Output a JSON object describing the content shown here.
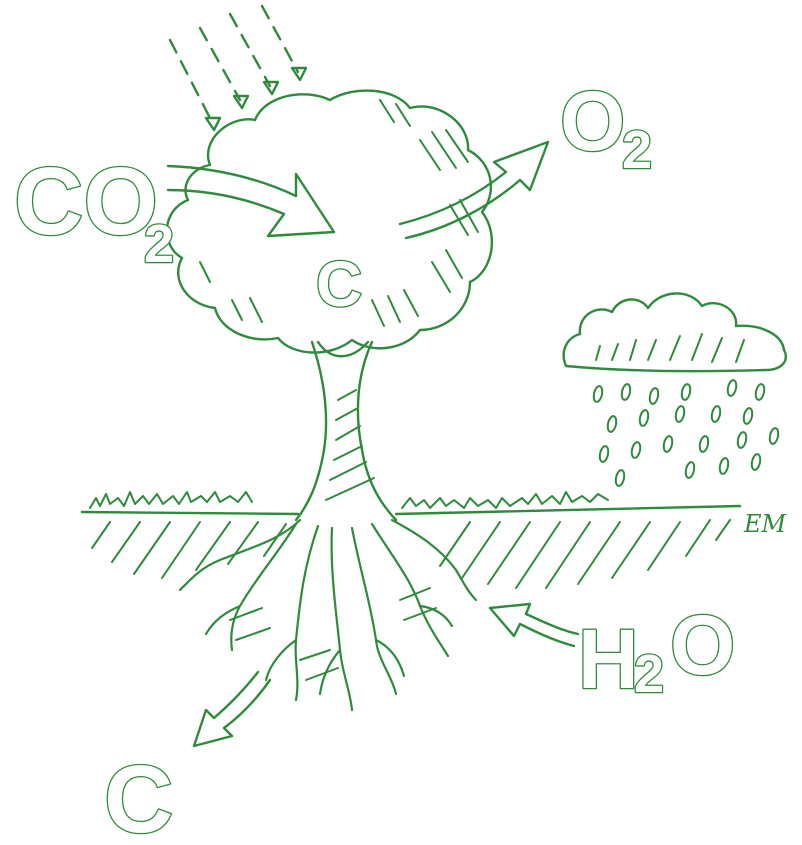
{
  "labels": {
    "co2_main": "CO",
    "co2_sub": "2",
    "o2_main": "O",
    "o2_sub": "2",
    "carbon_in_tree": "C",
    "h2o_h": "H",
    "h2o_sub": "2",
    "h2o_o": "O",
    "carbon_in_soil": "C",
    "signature": "EM"
  },
  "colors": {
    "ink": "#2e8b3c",
    "background": "#ffffff"
  }
}
